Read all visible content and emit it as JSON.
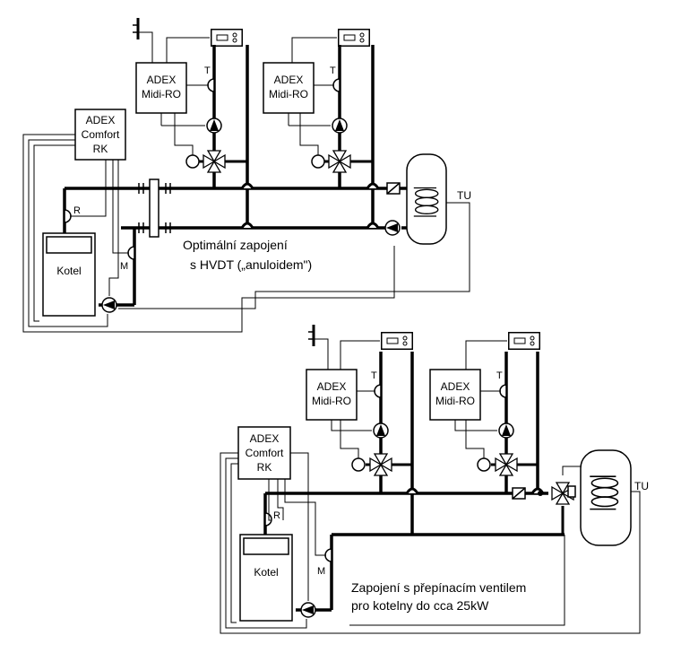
{
  "diagram_top": {
    "boiler_controller": [
      "ADEX",
      "Comfort",
      "RK"
    ],
    "zone_controller_left": [
      "ADEX",
      "Midi-RO"
    ],
    "zone_controller_right": [
      "ADEX",
      "Midi-RO"
    ],
    "boiler_label": "Kotel",
    "sensor_r": "R",
    "sensor_m": "M",
    "sensor_t_left": "T",
    "sensor_t_right": "T",
    "tank_label": "TU",
    "caption_line1": "Optimální zapojení",
    "caption_line2": "s HVDT („anuloidem\")"
  },
  "diagram_bottom": {
    "boiler_controller": [
      "ADEX",
      "Comfort",
      "RK"
    ],
    "zone_controller_left": [
      "ADEX",
      "Midi-RO"
    ],
    "zone_controller_right": [
      "ADEX",
      "Midi-RO"
    ],
    "boiler_label": "Kotel",
    "sensor_r": "R",
    "sensor_m": "M",
    "sensor_t_left": "T",
    "sensor_t_right": "T",
    "tank_label": "TU",
    "caption_line1": "Zapojení s přepínacím ventilem",
    "caption_line2": "pro kotelny do cca 25kW"
  }
}
